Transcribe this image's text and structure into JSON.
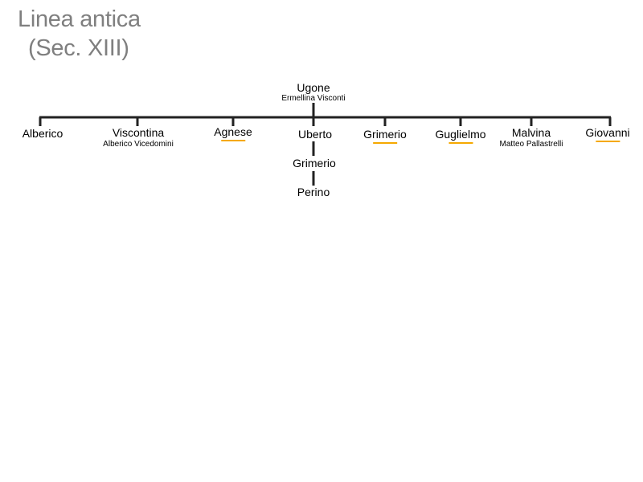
{
  "title": {
    "line1": "Linea antica",
    "line2": "(Sec. XIII)"
  },
  "colors": {
    "title": "#7f7f7f",
    "connector": "#222222",
    "underline": "#f5a800"
  },
  "root": {
    "name": "Ugone",
    "spouse": "Ermellina Visconti"
  },
  "children": [
    {
      "name": "Alberico",
      "spouse": "",
      "underlined": false
    },
    {
      "name": "Viscontina",
      "spouse": "Alberico Vicedomini",
      "underlined": false
    },
    {
      "name": "Agnese",
      "spouse": "",
      "underlined": true
    },
    {
      "name": "Uberto",
      "spouse": "",
      "underlined": false
    },
    {
      "name": "Grimerio",
      "spouse": "",
      "underlined": true
    },
    {
      "name": "Guglielmo",
      "spouse": "",
      "underlined": true
    },
    {
      "name": "Malvina",
      "spouse": "Matteo Pallastrelli",
      "underlined": false
    },
    {
      "name": "Giovanni",
      "spouse": "",
      "underlined": true
    }
  ],
  "descendants": [
    {
      "name": "Grimerio"
    },
    {
      "name": "Perino"
    }
  ]
}
